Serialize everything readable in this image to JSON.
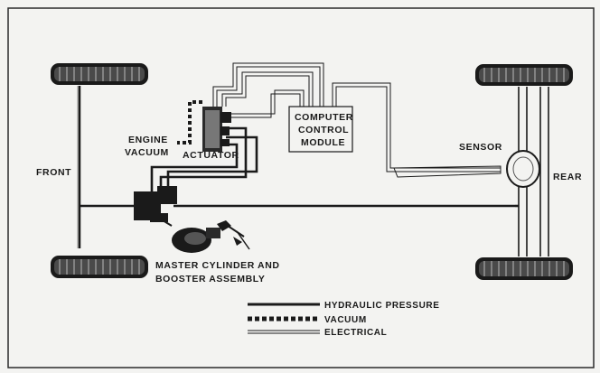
{
  "labels": {
    "front": "FRONT",
    "rear": "REAR",
    "engine_vacuum_line1": "ENGINE",
    "engine_vacuum_line2": "VACUUM",
    "actuator": "ACTUATOR",
    "computer_line1": "COMPUTER",
    "computer_line2": "CONTROL",
    "computer_line3": "MODULE",
    "sensor": "SENSOR",
    "master_line1": "MASTER CYLINDER AND",
    "master_line2": "BOOSTER ASSEMBLY"
  },
  "legend": {
    "hydraulic": "HYDRAULIC PRESSURE",
    "vacuum": "VACUUM",
    "electrical": "ELECTRICAL"
  },
  "colors": {
    "line": "#1a1a1a",
    "background": "#f3f3f1"
  }
}
